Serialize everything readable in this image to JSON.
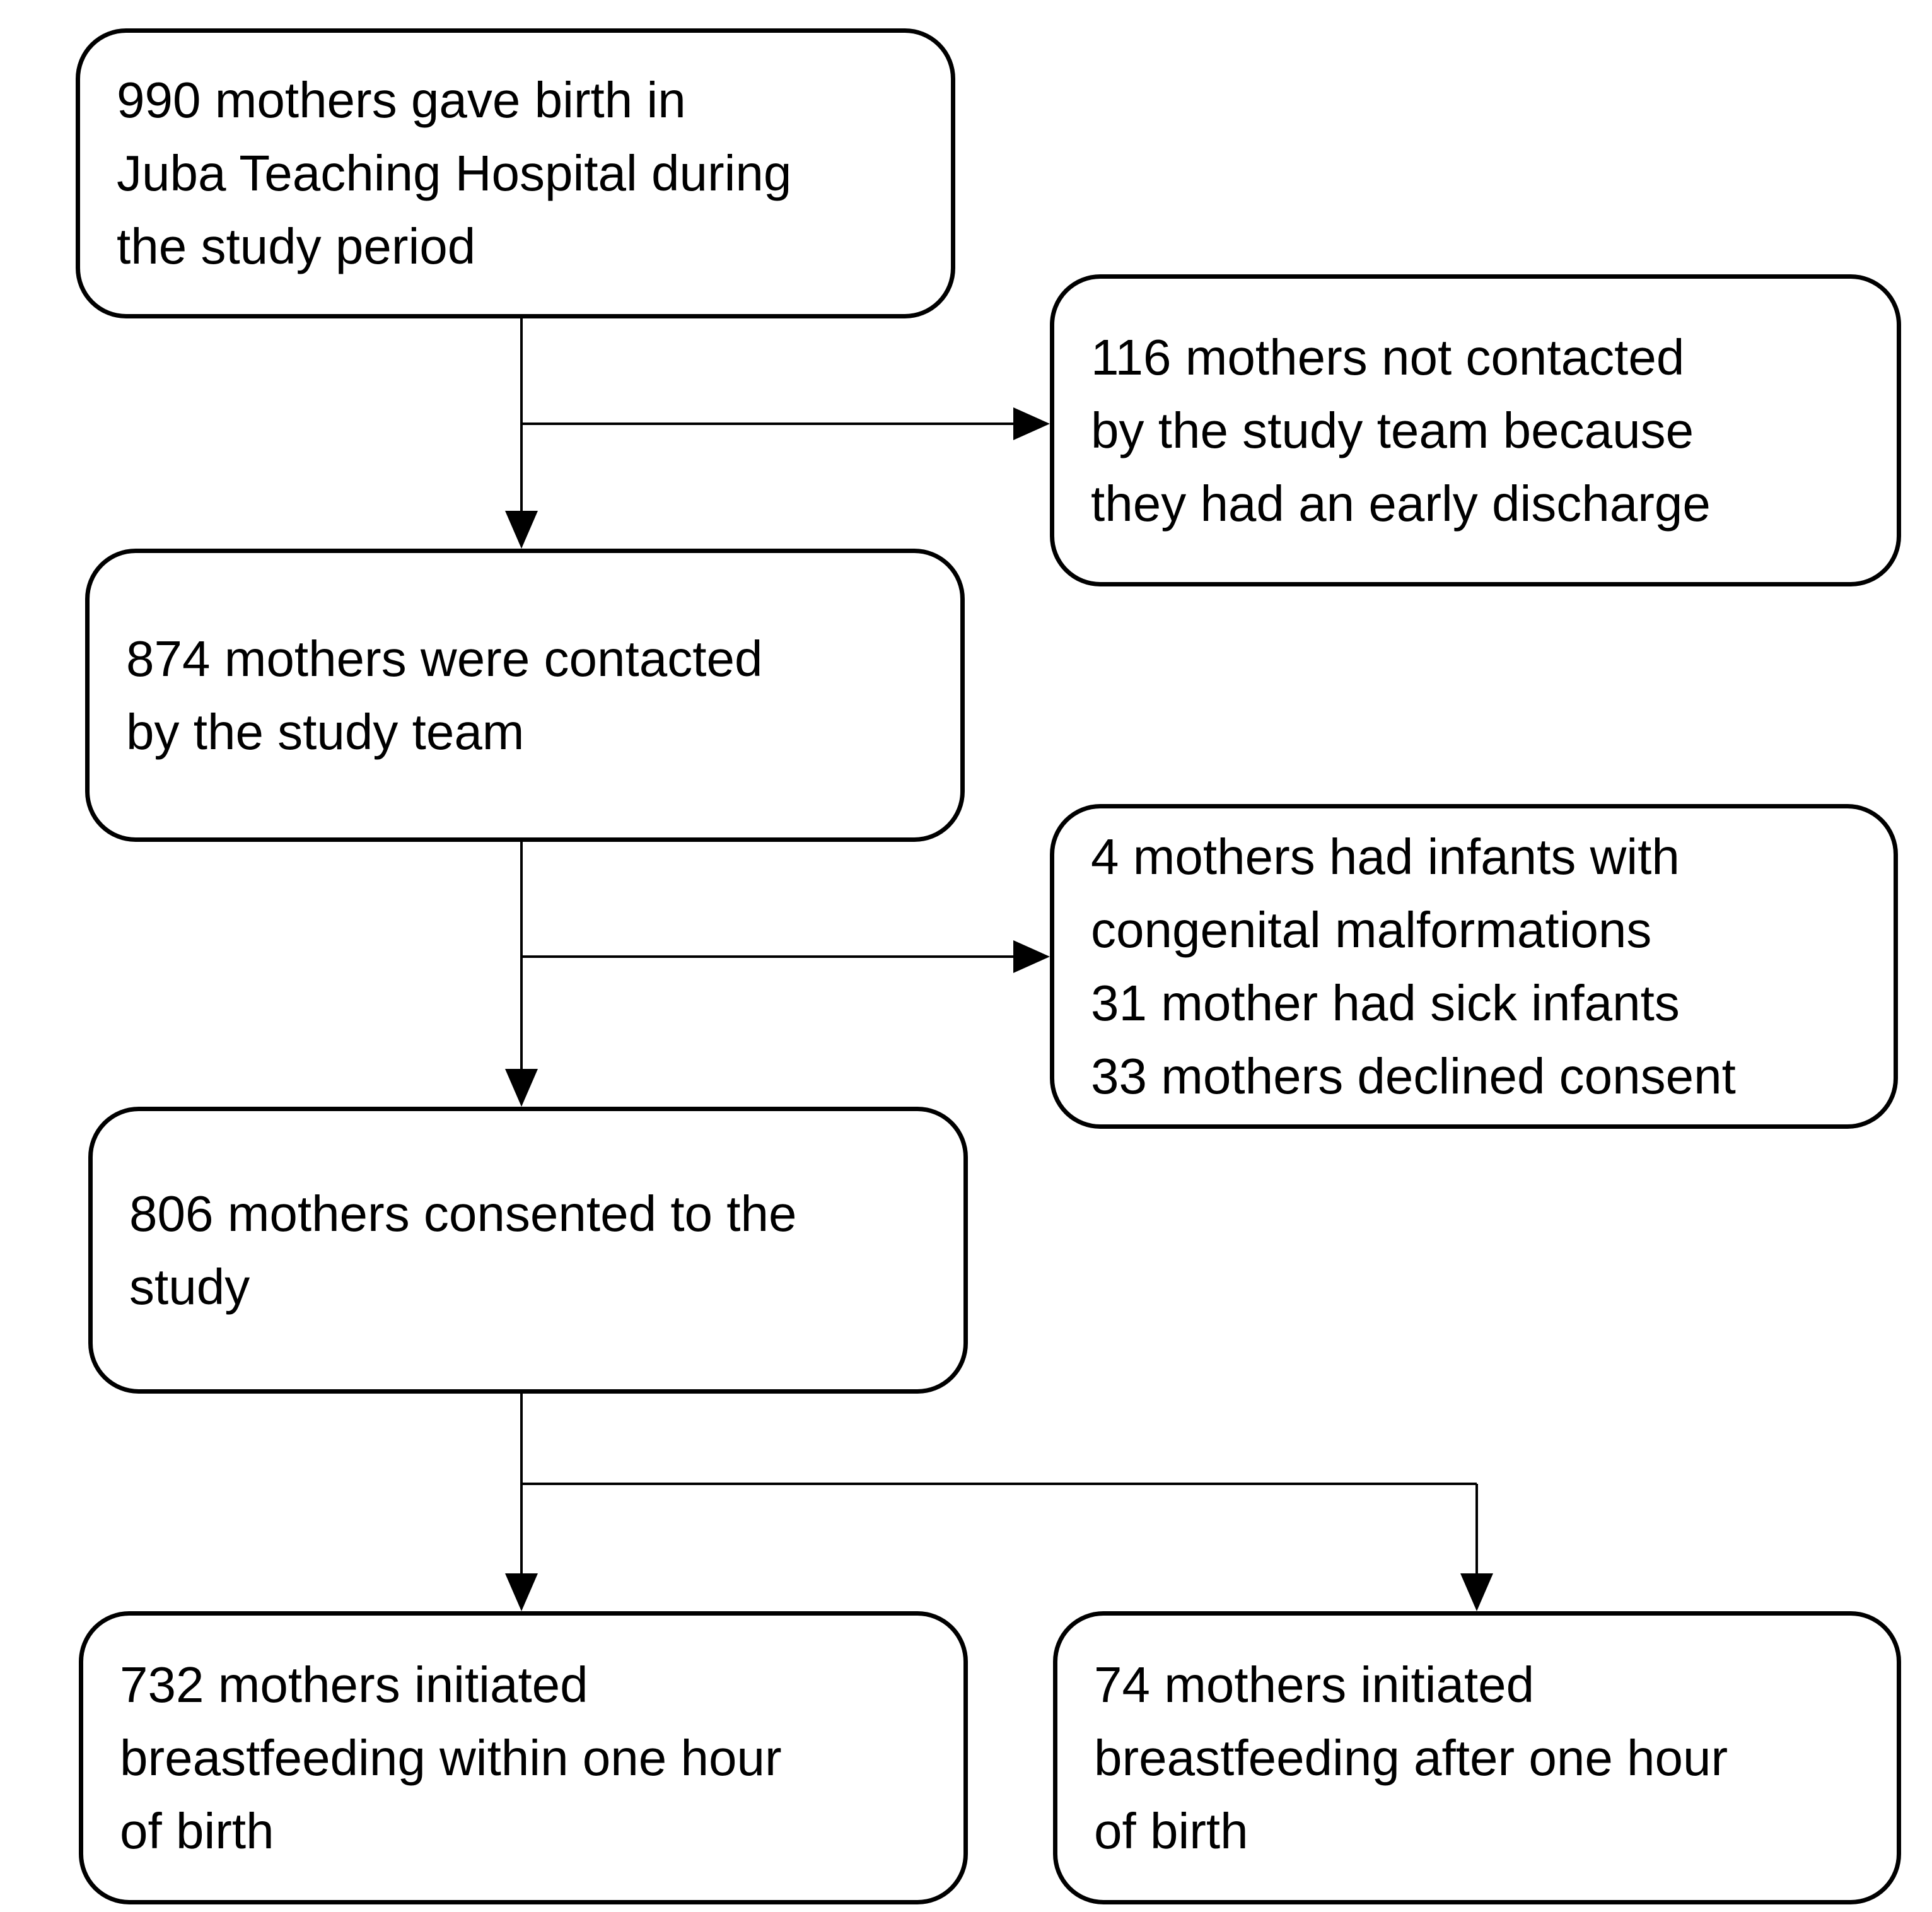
{
  "colors": {
    "page-bg": "#ffffff",
    "box-fill": "#ffffff",
    "box-border": "#000000",
    "text": "#000000",
    "line": "#000000"
  },
  "nodes": {
    "total_births": "990 mothers gave birth in\nJuba Teaching Hospital during\nthe study period",
    "not_contacted": "116 mothers not contacted\nby the study team because\nthey had an early discharge",
    "contacted": "874 mothers were contacted\nby the study team",
    "excluded": "4 mothers had infants with\ncongenital malformations\n31 mother had sick infants\n33 mothers declined consent",
    "consented": "806 mothers consented to the\nstudy",
    "early_initiation": "732 mothers initiated\nbreastfeeding within one hour\nof birth",
    "late_initiation": "74 mothers initiated\nbreastfeeding after one hour\nof birth"
  }
}
